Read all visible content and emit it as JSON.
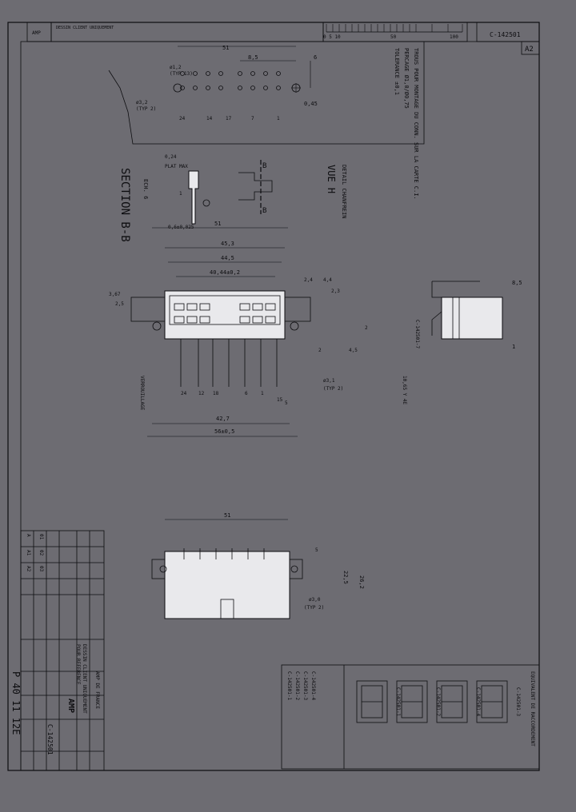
{
  "title_block": {
    "company_header": "AMP",
    "drawing_number": "C-142501",
    "revision": "A2",
    "scale_labels": [
      "0 5 10",
      "50",
      "100"
    ],
    "customer_label": "DESSIN CLIENT UNIQUEMENT",
    "customer_label_2": "POUR REFERENCE",
    "logo_text": "AMP",
    "company": "AMP DE FRANCE",
    "stamp_text": "P 40 11 12E"
  },
  "notes": {
    "mounting_note": "TROUS POUR MONTAGE DU CONN. SUR LA CARTE C.I.",
    "drilling_note": "PERCAGE Ø1,0/Ø0,75",
    "tolerance_note": "TOLERANCE ±0,1",
    "detail_title": "DETAIL CHANFREIN",
    "vue_label": "VUE H",
    "section_label": "SECTION B-B",
    "scale_note": "ECH. 6",
    "plat_max": "PLAT MAX",
    "latch_label": "VERROUILLAGE"
  },
  "dims": {
    "d51_top": "51",
    "d8_5": "8,5",
    "d6": "6",
    "d0_45": "0,45",
    "phi1_2": "ø1,2",
    "phi1_2_typ": "(TYP 13)",
    "phi3_2": "ø3,2",
    "phi3_2_typ": "(TYP 2)",
    "pin24": "24",
    "pin14": "14",
    "pin17": "17",
    "pin7": "7",
    "pin1": "1",
    "d0_24": "0,24",
    "d1": "1",
    "d0_6": "0,6±0,025",
    "d51_mid": "51",
    "d45_3": "45,3",
    "d44_5": "44,5",
    "d40_44": "40,44±0,2",
    "d2_4": "2,4",
    "d4_4": "4,4",
    "d2_3": "2,3",
    "d3_67": "3,67",
    "d2_5": "2,5",
    "d4_5": "4,5",
    "d2_small": "2",
    "d5": "5",
    "d2_2": "2",
    "phi3_1": "ø3,1",
    "phi3_1_typ": "(TYP 2)",
    "d42_7": "42,7",
    "d56": "56±0,5",
    "t24": "24",
    "t12": "12",
    "t18": "18",
    "t6": "6",
    "t1": "1",
    "t15": "15",
    "side_8_5": "8,5",
    "side_1": "1",
    "side_ref": "C-142501-7",
    "side_note": "10,65 Y 4E",
    "bottom_51": "51",
    "bottom_5": "5",
    "bottom_ref_a": "ø3,0",
    "bottom_ref_b": "(TYP 2)",
    "bottom_26_2": "26,2",
    "bottom_22": "22,5"
  },
  "variants": {
    "header": "EQUIVALENT DE RACCORDEMENT",
    "items": [
      {
        "ref": "C-142501-1"
      },
      {
        "ref": "C-142501-2"
      },
      {
        "ref": "C-142501-4"
      },
      {
        "ref": "C-142501-3"
      }
    ],
    "table_labels": [
      "C-142501-1",
      "C-142501-2",
      "C-142501-3",
      "C-142501-4"
    ]
  },
  "revision_table": {
    "rows": [
      [
        "A",
        "01",
        "",
        "",
        ""
      ],
      [
        "A1",
        "02",
        "",
        "",
        ""
      ],
      [
        "A2",
        "03",
        "",
        "",
        ""
      ]
    ]
  }
}
